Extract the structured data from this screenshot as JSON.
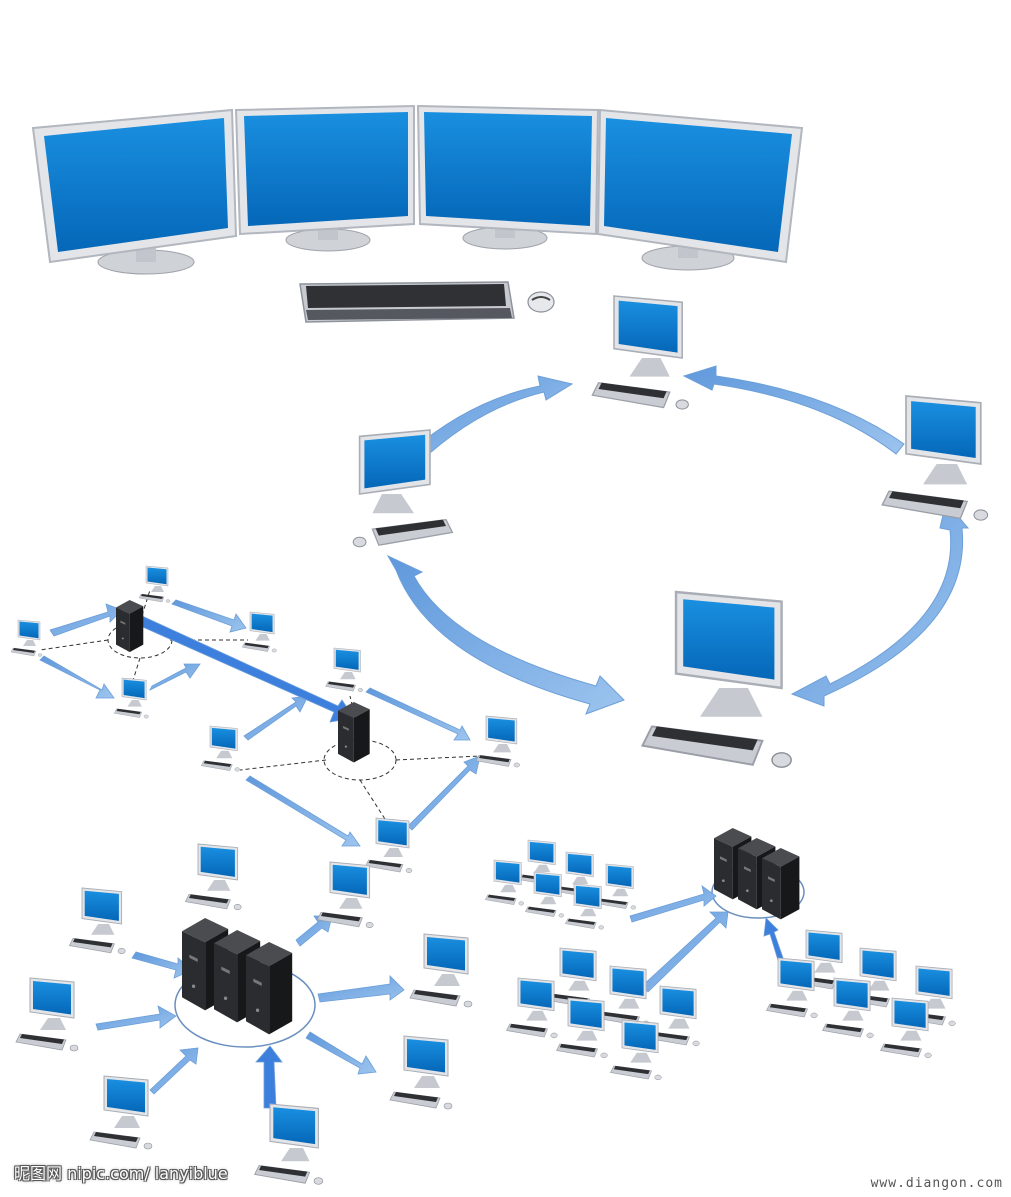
{
  "watermarks": {
    "left": "昵图网 nipic.com/ lanyiblue",
    "right": "www.diangon.com"
  },
  "palette": {
    "screen": "#0a7fd2",
    "screen_dark": "#0565b0",
    "bezel": "#e4e6ea",
    "bezel_edge": "#b8bcc4",
    "arrow": "#7aaee6",
    "arrow_edge": "#5a8fd0",
    "server": "#2a2b2e",
    "server_side": "#1a1b1d",
    "keyboard": "#333539",
    "keyboard_base": "#c9ccd2"
  },
  "groups": {
    "multi_monitor": "multi-monitor-workstation",
    "ring": "ring-network",
    "dual_star": "dual-server-network",
    "star": "star-network",
    "cluster": "server-cluster-network"
  }
}
